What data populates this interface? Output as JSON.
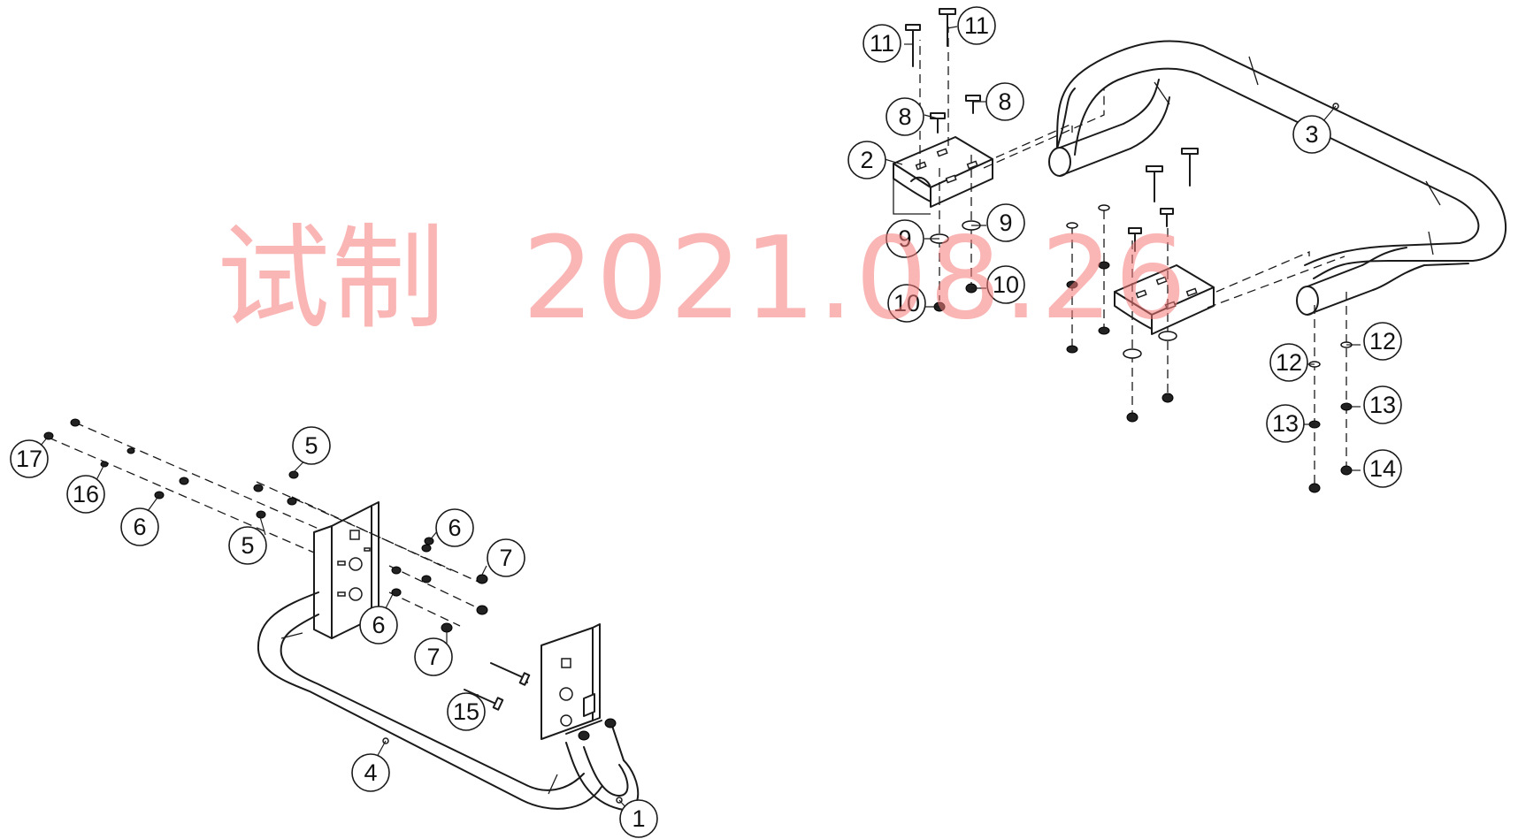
{
  "watermark": {
    "text": "试制  2021.08.26",
    "color": "#f57878"
  },
  "callouts": [
    {
      "label": "1"
    },
    {
      "label": "2"
    },
    {
      "label": "3"
    },
    {
      "label": "4"
    },
    {
      "label": "5"
    },
    {
      "label": "5"
    },
    {
      "label": "6"
    },
    {
      "label": "6"
    },
    {
      "label": "6"
    },
    {
      "label": "7"
    },
    {
      "label": "7"
    },
    {
      "label": "8"
    },
    {
      "label": "8"
    },
    {
      "label": "9"
    },
    {
      "label": "9"
    },
    {
      "label": "10"
    },
    {
      "label": "10"
    },
    {
      "label": "11"
    },
    {
      "label": "11"
    },
    {
      "label": "12"
    },
    {
      "label": "12"
    },
    {
      "label": "13"
    },
    {
      "label": "13"
    },
    {
      "label": "14"
    },
    {
      "label": "15"
    },
    {
      "label": "16"
    },
    {
      "label": "17"
    }
  ]
}
